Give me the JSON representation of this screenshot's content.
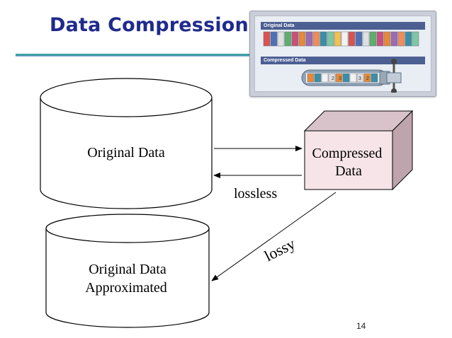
{
  "slide": {
    "title": "Data Compression",
    "page_number": "14"
  },
  "illustration": {
    "top_label": "Original Data",
    "bottom_label": "Compressed Data",
    "clamp_digits": [
      "2",
      "3",
      "3",
      "2"
    ]
  },
  "diagram": {
    "cylinder_top_label": "Original Data",
    "cylinder_bottom_label_line1": "Original Data",
    "cylinder_bottom_label_line2": "Approximated",
    "box_label_line1": "Compressed",
    "box_label_line2": "Data",
    "arrow_lossless_label": "lossless",
    "arrow_lossy_label": "lossy"
  },
  "colors": {
    "title": "#1f2a8c",
    "box_front": "#f6e4e8",
    "box_top": "#d8c3ca",
    "box_side": "#bda4ad",
    "rule": "#3f9ea4"
  }
}
